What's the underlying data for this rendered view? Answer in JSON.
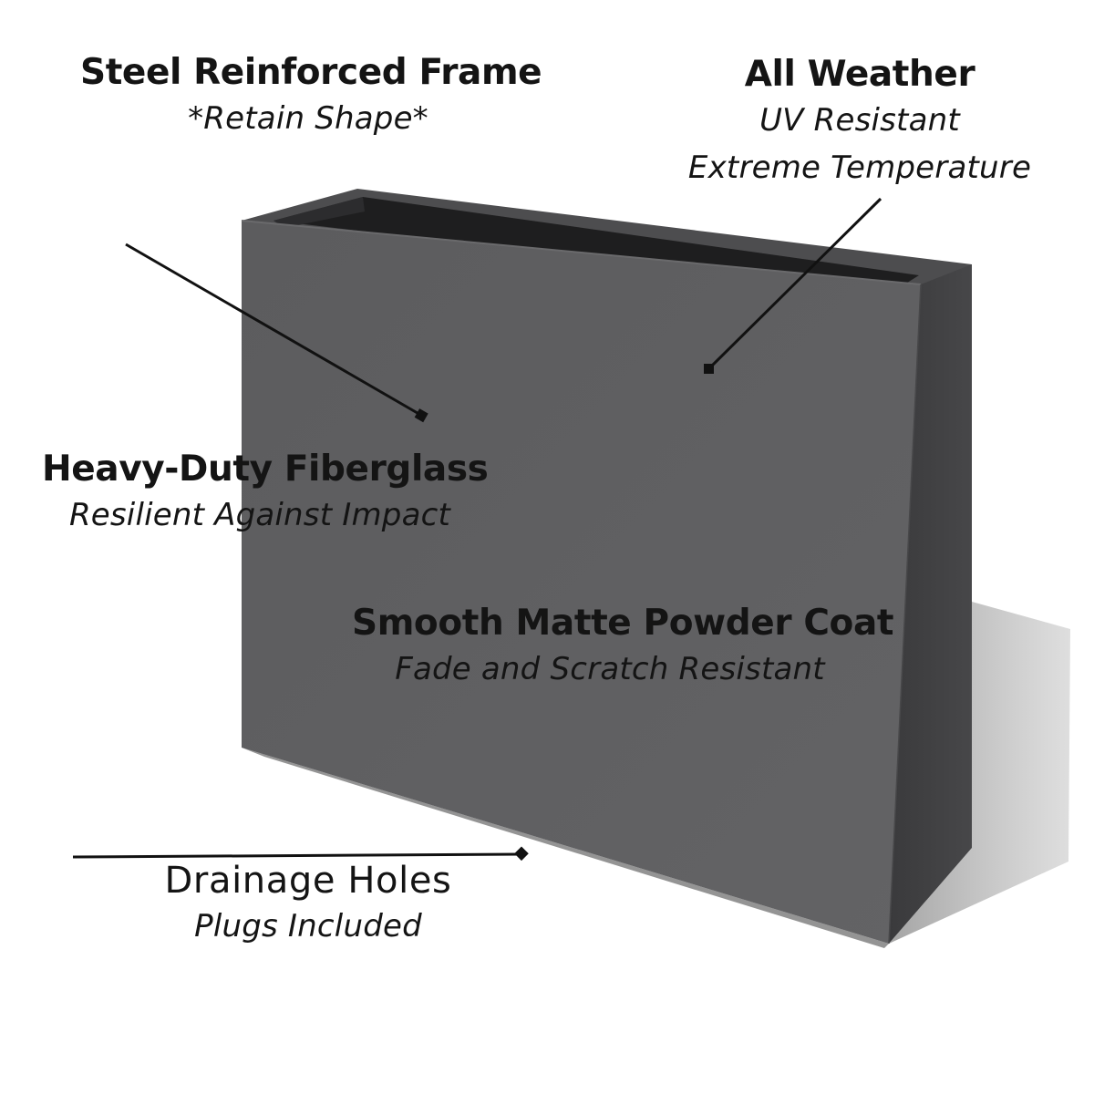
{
  "callouts": {
    "steel": {
      "title": "Steel Reinforced Frame",
      "subtitle": "*Retain Shape*"
    },
    "weather": {
      "title": "All Weather",
      "lines": [
        "UV Resistant",
        "Extreme Temperature"
      ]
    },
    "fiberglass": {
      "title": "Heavy-Duty Fiberglass",
      "subtitle": "Resilient Against Impact"
    },
    "powder": {
      "title": "Smooth Matte Powder Coat",
      "subtitle": "Fade and Scratch Resistant"
    },
    "drainage": {
      "title": "Drainage Holes",
      "subtitle": "Plugs Included"
    }
  },
  "colors": {
    "planter_front": "#5f5f61",
    "planter_side": "#3f3f41",
    "planter_rim": "#4a4a4c",
    "shadow": "#8c8c8c",
    "text": "#141414"
  }
}
